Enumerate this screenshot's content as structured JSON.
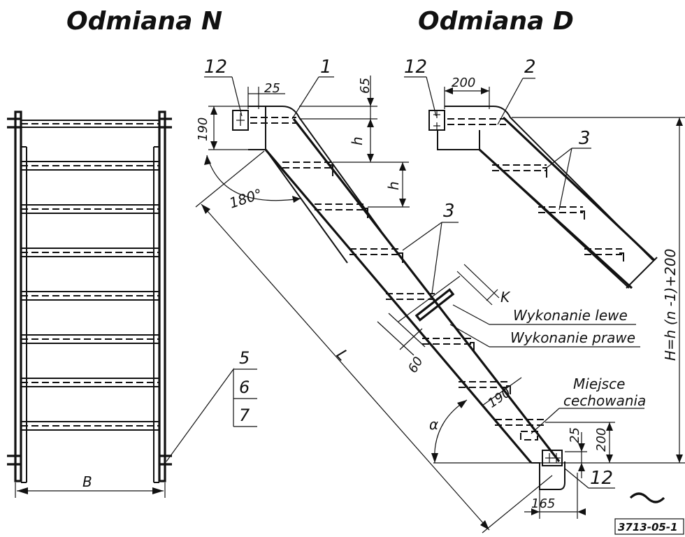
{
  "headings": {
    "variant_n": "Odmiana N",
    "variant_d": "Odmiana D"
  },
  "callouts": {
    "item_1": "1",
    "item_2": "2",
    "item_3_upper": "3",
    "item_3_lower": "3",
    "item_12_left": "12",
    "item_12_right": "12",
    "item_12_bottom": "12",
    "item_5": "5",
    "item_6": "6",
    "item_7": "7"
  },
  "dimensions": {
    "width_b": "B",
    "length_l": "L",
    "d25_top": "25",
    "d65": "65",
    "d190_left": "190",
    "h_upper": "h",
    "h_lower": "h",
    "angle_180": "180°",
    "d200_top": "200",
    "height_formula": "H=h (n -1)+200",
    "k": "K",
    "d60": "60",
    "d190_step": "190",
    "alpha": "α",
    "d25_bottom": "25",
    "d200_bottom": "200",
    "d165": "165"
  },
  "notes": {
    "left_version": "Wykonanie lewe",
    "right_version": "Wykonanie prawe",
    "marking_place_1": "Miejsce",
    "marking_place_2": "cechowania"
  },
  "drawing_number": "3713-05-1"
}
